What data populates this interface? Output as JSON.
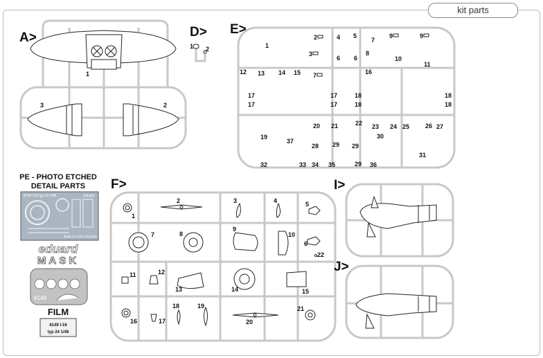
{
  "header": {
    "tab_label": "kit parts"
  },
  "sprues": {
    "A": {
      "label": "A>",
      "parts": [
        "1",
        "2",
        "3"
      ]
    },
    "D": {
      "label": "D>",
      "parts": [
        "1",
        "2"
      ]
    },
    "E": {
      "label": "E>",
      "parts": [
        "1",
        "2",
        "3",
        "4",
        "5",
        "6",
        "7",
        "8",
        "9",
        "10",
        "11",
        "12",
        "13",
        "14",
        "15",
        "16",
        "17",
        "18",
        "19",
        "20",
        "21",
        "22",
        "23",
        "24",
        "25",
        "26",
        "27",
        "28",
        "29",
        "30",
        "31",
        "32",
        "33",
        "34",
        "35",
        "36",
        "37"
      ]
    },
    "F": {
      "label": "F>",
      "parts": [
        "1",
        "2",
        "3",
        "4",
        "5",
        "6",
        "7",
        "8",
        "9",
        "10",
        "11",
        "12",
        "13",
        "14",
        "15",
        "16",
        "17",
        "18",
        "19",
        "20",
        "21",
        "22"
      ]
    },
    "I": {
      "label": "I>"
    },
    "J": {
      "label": "J>"
    }
  },
  "extras": {
    "pe_title_1": "PE - PHOTO ETCHED",
    "pe_title_2": "DETAIL PARTS",
    "pe_fret_text": "8149  I-16 typ 24  1/48",
    "pe_fret_brand": "eduard",
    "pe_fret_small": "Made in Czech Republic",
    "eduard_logo": "eduard",
    "mask_label": "MASK",
    "mask_code": "8149",
    "film_label": "FILM",
    "film_text_1": "8149  I-16",
    "film_text_2": "typ 24  1/48"
  },
  "colors": {
    "sprue": "#c8c8c8",
    "outline": "#222222",
    "text": "#111111"
  }
}
